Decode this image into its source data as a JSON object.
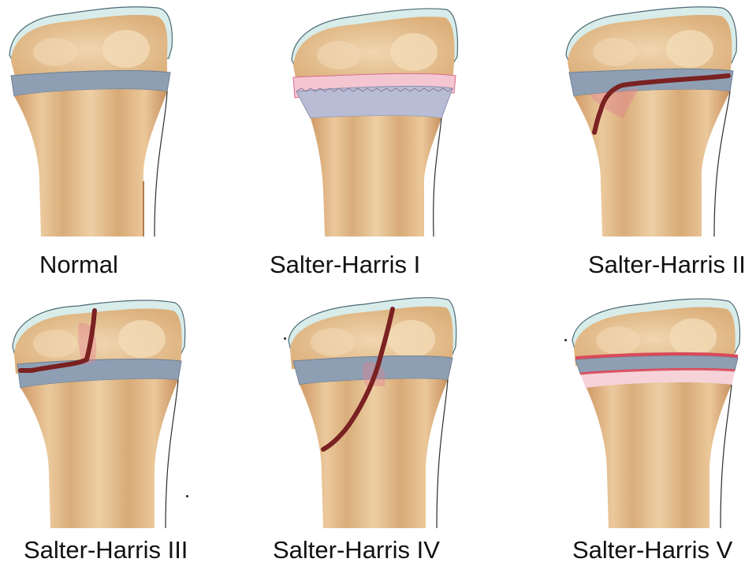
{
  "figure": {
    "panels": [
      {
        "id": "normal",
        "caption": "Normal",
        "fracture": "none"
      },
      {
        "id": "sh1",
        "caption": "Salter-Harris I",
        "fracture": "through physis (transverse)"
      },
      {
        "id": "sh2",
        "caption": "Salter-Harris II",
        "fracture": "physis + metaphysis"
      },
      {
        "id": "sh3",
        "caption": "Salter-Harris III",
        "fracture": "physis + epiphysis"
      },
      {
        "id": "sh4",
        "caption": "Salter-Harris IV",
        "fracture": "through epiphysis, physis and metaphysis"
      },
      {
        "id": "sh5",
        "caption": "Salter-Harris V",
        "fracture": "crush of physis"
      }
    ]
  },
  "colors": {
    "bone": "#e7c497",
    "bone_shadow": "#d3a572",
    "bone_highlight": "#f3dcb8",
    "physis": "#8e9fb3",
    "cartilage": "#d8ecea",
    "fracture": "#7a2121",
    "bruise": "#e1808e",
    "pink": "#f3c6d2"
  }
}
